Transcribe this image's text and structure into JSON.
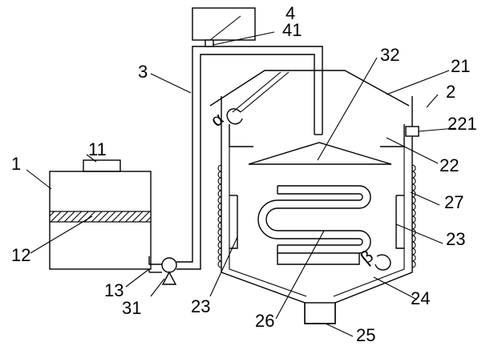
{
  "labels": {
    "l1": "1",
    "l2": "2",
    "l3": "3",
    "l4": "4",
    "l11": "11",
    "l12": "12",
    "l13": "13",
    "l21": "21",
    "l22": "22",
    "l23a": "23",
    "l23b": "23",
    "l24": "24",
    "l25": "25",
    "l26": "26",
    "l27": "27",
    "l31": "31",
    "l32": "32",
    "l41": "41",
    "l221": "221"
  }
}
